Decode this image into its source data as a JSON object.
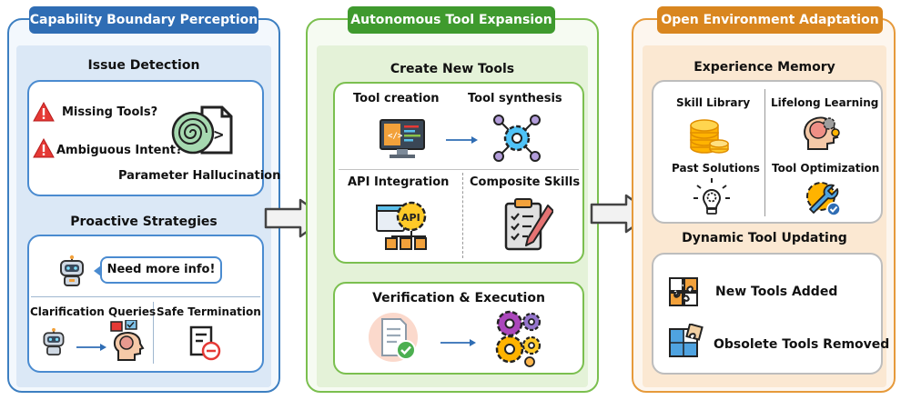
{
  "columns": [
    {
      "header": "Capability Boundary Perception",
      "issue": {
        "title": "Issue Detection",
        "items": [
          "Missing Tools?",
          "Ambiguous Intent?",
          "Parameter Hallucination"
        ]
      },
      "proactive": {
        "title": "Proactive Strategies",
        "bubble": "Need more info!",
        "left": "Clarification Queries",
        "right": "Safe Termination"
      }
    },
    {
      "header": "Autonomous Tool Expansion",
      "create": {
        "title": "Create New Tools",
        "cells": [
          "Tool creation",
          "Tool synthesis",
          "API Integration",
          "Composite Skills"
        ],
        "api_text": "API"
      },
      "verify": {
        "title": "Verification & Execution"
      }
    },
    {
      "header": "Open Environment Adaptation",
      "memory": {
        "title": "Experience Memory",
        "cells": [
          "Skill Library",
          "Lifelong Learning",
          "Past Solutions",
          "Tool Optimization"
        ]
      },
      "dynamic": {
        "title": "Dynamic Tool Updating",
        "items": [
          "New Tools Added",
          "Obsolete Tools Removed"
        ]
      }
    }
  ],
  "colors": {
    "blue_border": "#3d7fc1",
    "blue_fill": "#dbe8f6",
    "blue_header": "#2f6db4",
    "green_border": "#7bbf4f",
    "green_fill": "#e8f4df",
    "green_header": "#3f9a2e",
    "orange_border": "#e69a3b",
    "orange_fill": "#fcead6",
    "orange_header": "#d9861f"
  }
}
